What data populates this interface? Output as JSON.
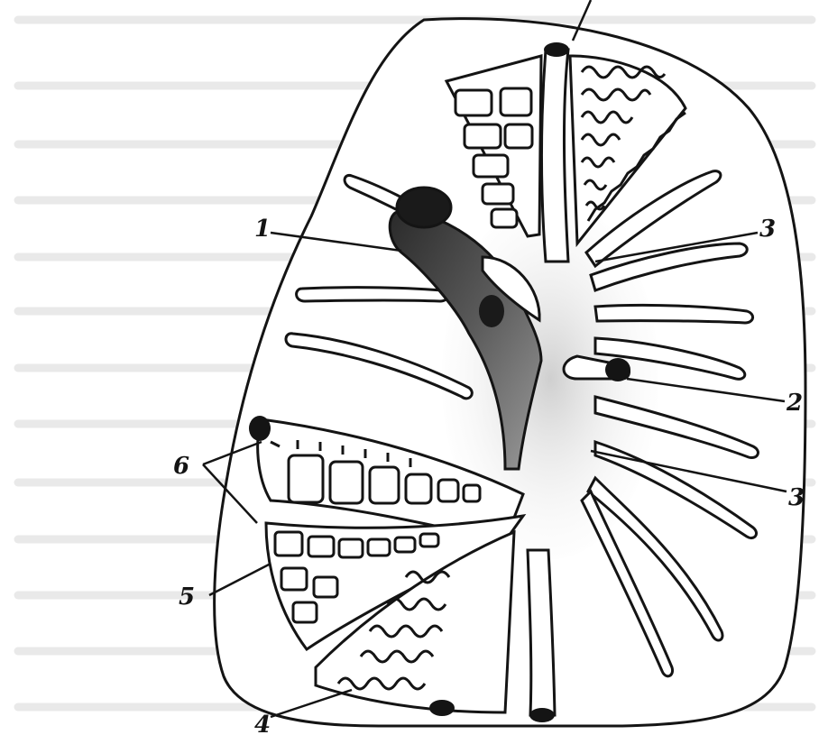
{
  "diagram": {
    "labels": {
      "one": "1",
      "two": "2",
      "three_top": "3",
      "three_bottom": "3",
      "four": "4",
      "five": "5",
      "six": "6"
    },
    "colors": {
      "ink": "#141414",
      "paper": "#ffffff",
      "shade": "#4a4a4a",
      "ghost_text": "#d6d6d6"
    }
  }
}
